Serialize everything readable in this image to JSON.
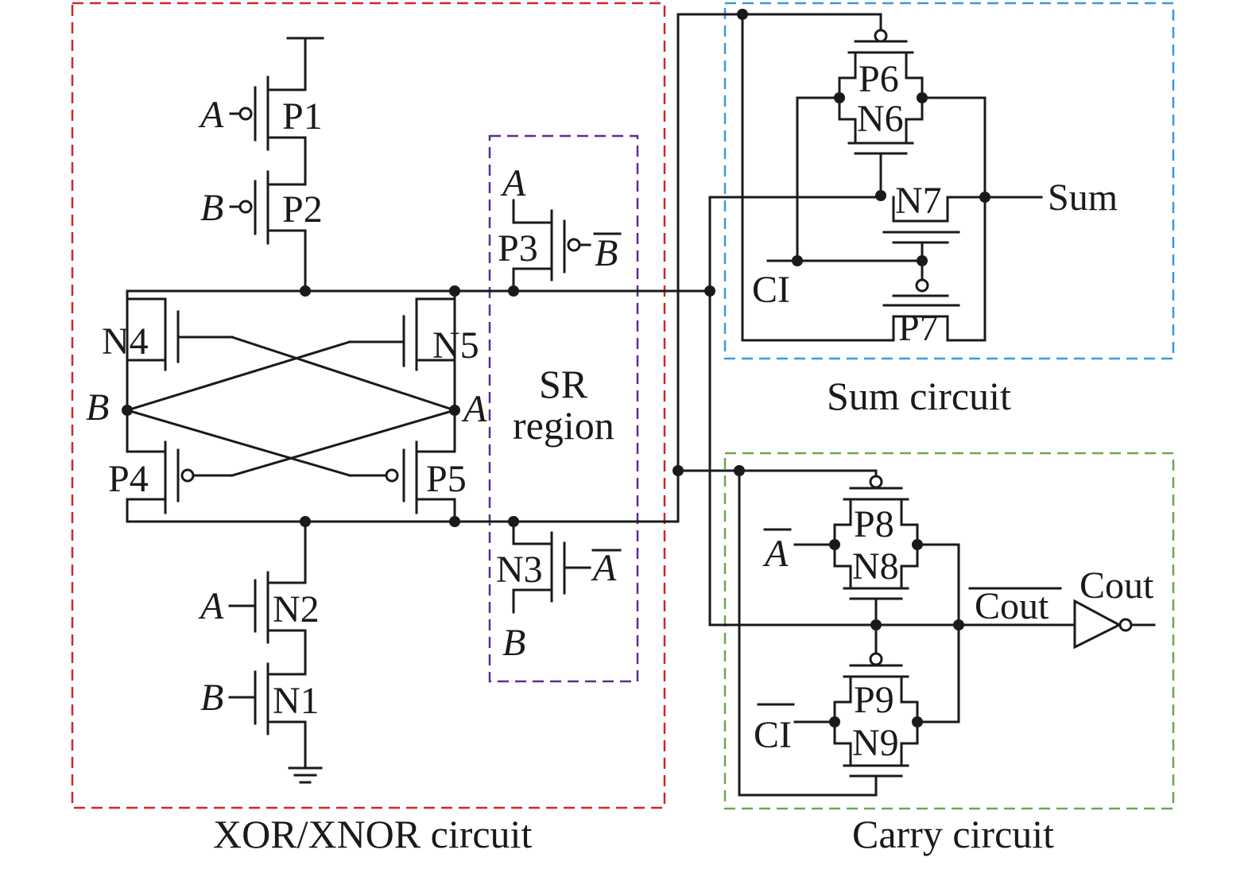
{
  "regions": {
    "xor": {
      "caption": "XOR/XNOR circuit",
      "color": "#d6232a"
    },
    "sr": {
      "caption_line1": "SR",
      "caption_line2": "region",
      "color": "#5b2d90"
    },
    "sum": {
      "caption": "Sum circuit",
      "color": "#3a9ad9"
    },
    "carry": {
      "caption": "Carry circuit",
      "color": "#6aa84f"
    }
  },
  "transistors": {
    "p1": "P1",
    "p2": "P2",
    "p3": "P3",
    "p4": "P4",
    "p5": "P5",
    "p6": "P6",
    "p7": "P7",
    "p8": "P8",
    "p9": "P9",
    "n1": "N1",
    "n2": "N2",
    "n3": "N3",
    "n4": "N4",
    "n5": "N5",
    "n6": "N6",
    "n7": "N7",
    "n8": "N8",
    "n9": "N9"
  },
  "signals": {
    "a": "A",
    "b": "B",
    "a_bar": "A",
    "b_bar": "B",
    "ci": "CI",
    "ci_bar": "CI",
    "sum": "Sum",
    "cout": "Cout",
    "cout_bar": "Cout"
  },
  "icons": [
    "inverter-icon",
    "ground-icon",
    "vdd-icon"
  ]
}
